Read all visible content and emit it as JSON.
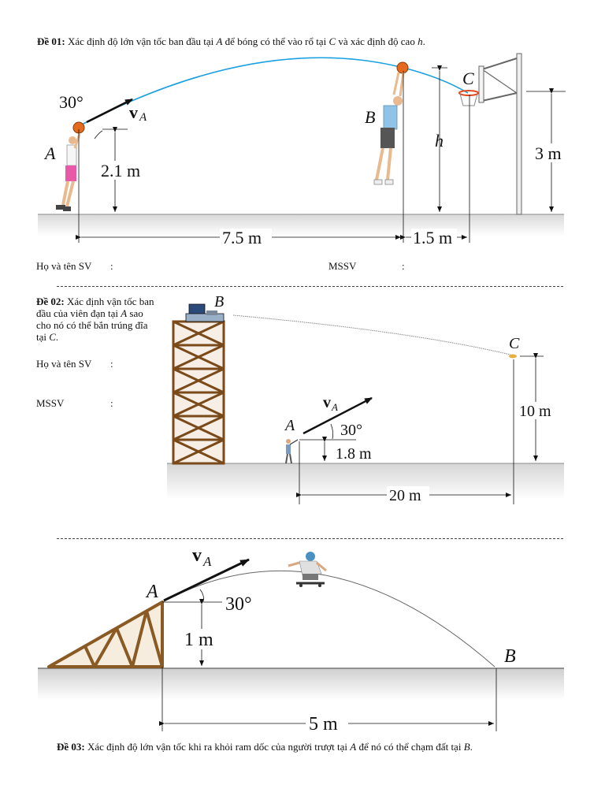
{
  "p1": {
    "num": "Đề 01:",
    "text_before": " Xác định độ lớn vận tốc ban đầu tại ",
    "pA": "A",
    "text_mid": " để bóng có thể vào rổ tại ",
    "pC": "C",
    "text_mid2": " và xác định độ cao ",
    "ph": "h",
    "text_end": ".",
    "fig": {
      "angle": "30°",
      "va": "v",
      "va_sub": "A",
      "lblA": "A",
      "lblB": "B",
      "lblC": "C",
      "lblh": "h",
      "h_A": "2.1 m",
      "h_rim": "3 m",
      "d1": "7.5 m",
      "d2": "1.5 m"
    },
    "name_label": "Họ và tên SV",
    "name_colon": ":",
    "id_label": "MSSV",
    "id_colon": ":"
  },
  "p2": {
    "num": "Đề 02:",
    "text_before": " Xác định vận tốc ban đầu của viên đạn tại ",
    "pA": "A",
    "text_mid": " sao cho nó có thể bắn trúng đĩa tại ",
    "pC": "C",
    "text_end": ".",
    "name_label": "Họ và tên SV",
    "name_colon": ":",
    "id_label": "MSSV",
    "id_colon": ":",
    "fig": {
      "lblB": "B",
      "lblC": "C",
      "lblA": "A",
      "va": "v",
      "va_sub": "A",
      "angle": "30°",
      "h_A": "1.8 m",
      "h_C": "10 m",
      "dist": "20 m"
    }
  },
  "p3": {
    "num": "Đề 03:",
    "text_before": " Xác định độ lớn vận tốc khi ra khỏi ram dốc của người trượt tại ",
    "pA": "A",
    "text_mid": " để nó có thể chạm đất tại ",
    "pB": "B",
    "text_end": ".",
    "fig": {
      "va": "v",
      "va_sub": "A",
      "lblA": "A",
      "lblB": "B",
      "angle": "30°",
      "h_A": "1 m",
      "dist": "5 m"
    }
  }
}
